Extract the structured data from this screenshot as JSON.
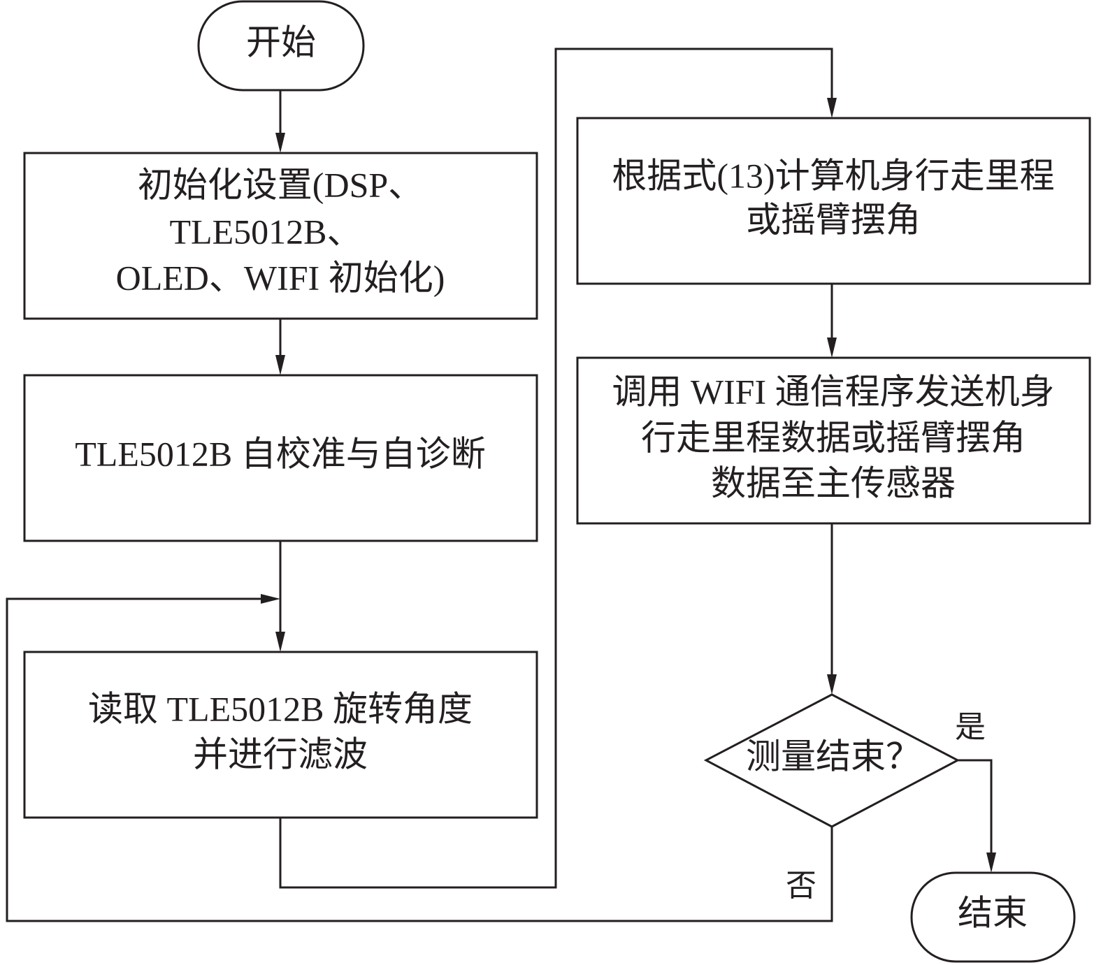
{
  "diagram": {
    "type": "flowchart",
    "colors": {
      "stroke": "#231f20",
      "background": "#ffffff",
      "text": "#231f20"
    },
    "nodes": {
      "start": {
        "kind": "terminator",
        "lines": [
          "开始"
        ]
      },
      "init": {
        "kind": "process",
        "lines": [
          "初始化设置(DSP、",
          "TLE5012B、",
          "OLED、WIFI 初始化)"
        ]
      },
      "calibrate": {
        "kind": "process",
        "lines": [
          "TLE5012B 自校准与自诊断"
        ]
      },
      "read": {
        "kind": "process",
        "lines": [
          "读取 TLE5012B 旋转角度",
          "并进行滤波"
        ]
      },
      "compute": {
        "kind": "process",
        "lines": [
          "根据式(13)计算机身行走里程",
          "或摇臂摆角"
        ]
      },
      "send": {
        "kind": "process",
        "lines": [
          "调用 WIFI 通信程序发送机身",
          "行走里程数据或摇臂摆角",
          "数据至主传感器"
        ]
      },
      "decision": {
        "kind": "decision",
        "lines": [
          "测量结束？"
        ]
      },
      "end": {
        "kind": "terminator",
        "lines": [
          "结束"
        ]
      }
    },
    "edges": [
      {
        "from": "start",
        "to": "init",
        "label": ""
      },
      {
        "from": "init",
        "to": "calibrate",
        "label": ""
      },
      {
        "from": "calibrate",
        "to": "read",
        "label": ""
      },
      {
        "from": "read",
        "to": "compute",
        "label": ""
      },
      {
        "from": "compute",
        "to": "send",
        "label": ""
      },
      {
        "from": "send",
        "to": "decision",
        "label": ""
      },
      {
        "from": "decision",
        "to": "end",
        "label": "是"
      },
      {
        "from": "decision",
        "to": "read",
        "label": "否"
      }
    ],
    "edge_labels": {
      "yes": "是",
      "no": "否"
    }
  }
}
